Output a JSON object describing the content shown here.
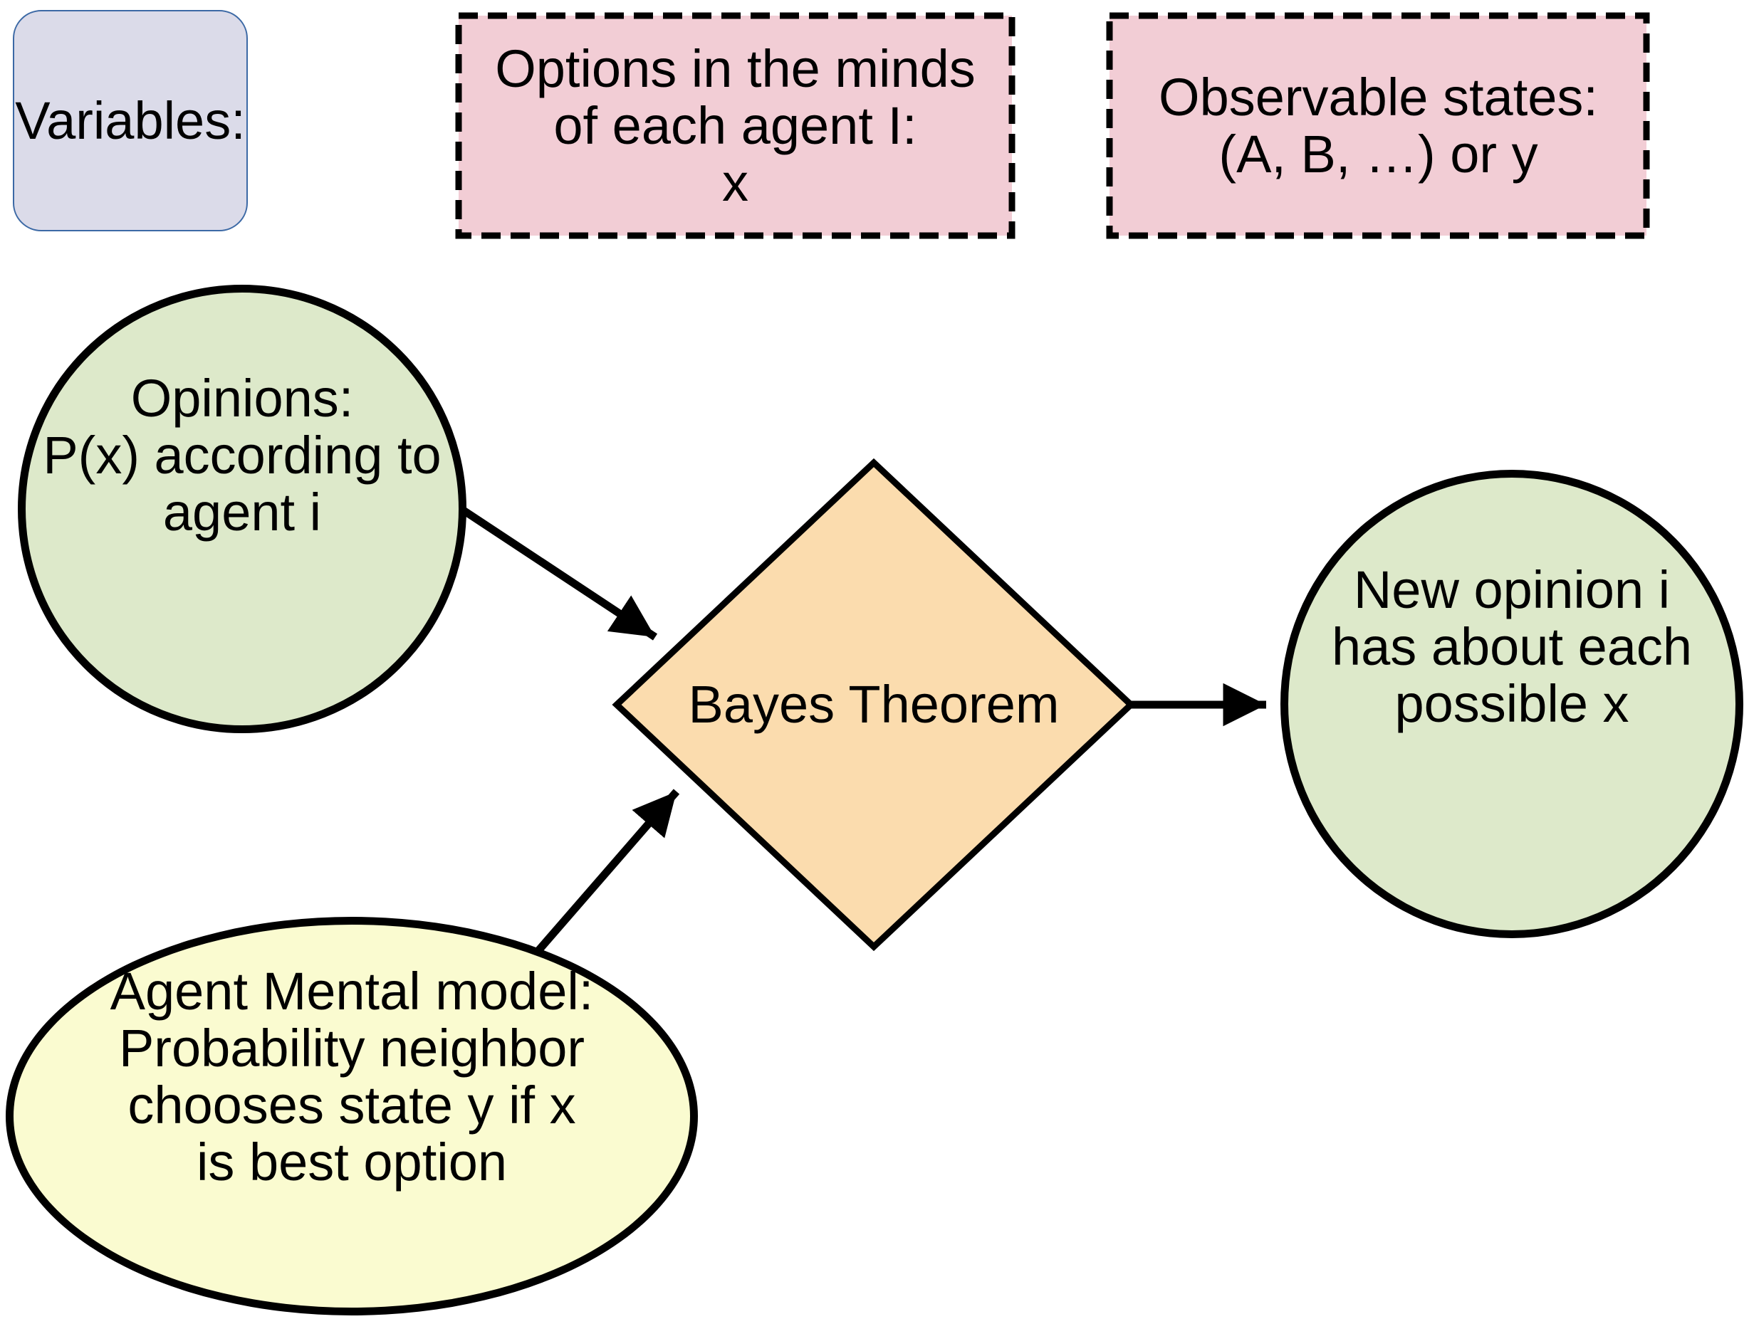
{
  "colors": {
    "pink_fill": "#f2cdd5",
    "lavender_fill": "#dbdbe9",
    "lavender_border": "#3c69a5",
    "green_fill": "#dde9ca",
    "orange_fill": "#fbdcae",
    "yellow_fill": "#fafbd0",
    "line_color": "#000000"
  },
  "legend": {
    "variables_label": "Variables:",
    "options_box": {
      "lines": [
        "Options in the minds",
        "of each agent I:",
        "x"
      ]
    },
    "observable_box": {
      "lines": [
        "Observable states:",
        "(A, B, …) or y"
      ]
    }
  },
  "nodes": {
    "opinions": {
      "lines": [
        "Opinions:",
        "P(x) according to",
        "agent i"
      ]
    },
    "bayes": {
      "label": "Bayes Theorem"
    },
    "new_opinion": {
      "lines": [
        "New opinion i",
        "has about each",
        "possible x"
      ]
    },
    "mental_model": {
      "lines": [
        "Agent Mental model:",
        "Probability neighbor",
        "chooses state y if x",
        "is best option"
      ]
    }
  },
  "edges": [
    {
      "from": "opinions",
      "to": "bayes"
    },
    {
      "from": "mental_model",
      "to": "bayes"
    },
    {
      "from": "bayes",
      "to": "new_opinion"
    }
  ]
}
